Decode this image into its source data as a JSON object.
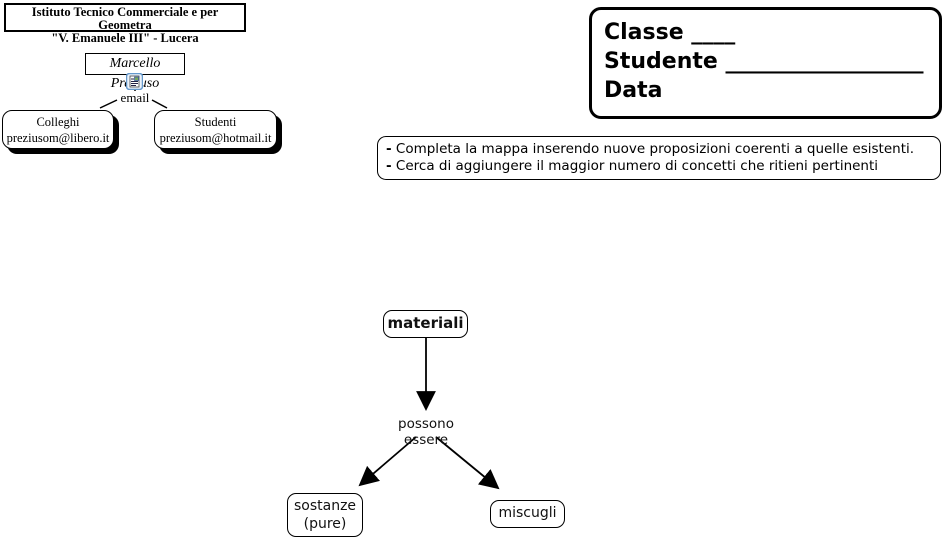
{
  "school_box": {
    "line1": "Istituto Tecnico Commerciale e per Geometra",
    "line2": "\"V. Emanuele III\" - Lucera"
  },
  "author": {
    "name": "Marcello Preziuso",
    "email_link_label": "email",
    "resource_icon": "email-resource-icon"
  },
  "contacts": [
    {
      "title": "Colleghi",
      "email": "preziusom@libero.it"
    },
    {
      "title": "Studenti",
      "email": "preziusom@hotmail.it"
    }
  ],
  "form_box": {
    "classe_line": "Classe ____",
    "studente_line": "Studente __________________",
    "data_line": "Data"
  },
  "instructions": {
    "items": [
      {
        "bullet": "-",
        "text": "Completa la mappa inserendo nuove proposizioni coerenti a quelle esistenti."
      },
      {
        "bullet": "-",
        "text": "Cerca di aggiungere il maggior numero di concetti che ritieni pertinenti"
      }
    ]
  },
  "concept_map": {
    "root_label": "materiali",
    "linking_phrase": "possono essere",
    "children": [
      {
        "label": "sostanze\n(pure)"
      },
      {
        "label": "miscugli"
      }
    ]
  },
  "colors": {
    "background": "#ffffff",
    "line_and_border": "#000000",
    "resource_icon_border": "#6699cc"
  }
}
